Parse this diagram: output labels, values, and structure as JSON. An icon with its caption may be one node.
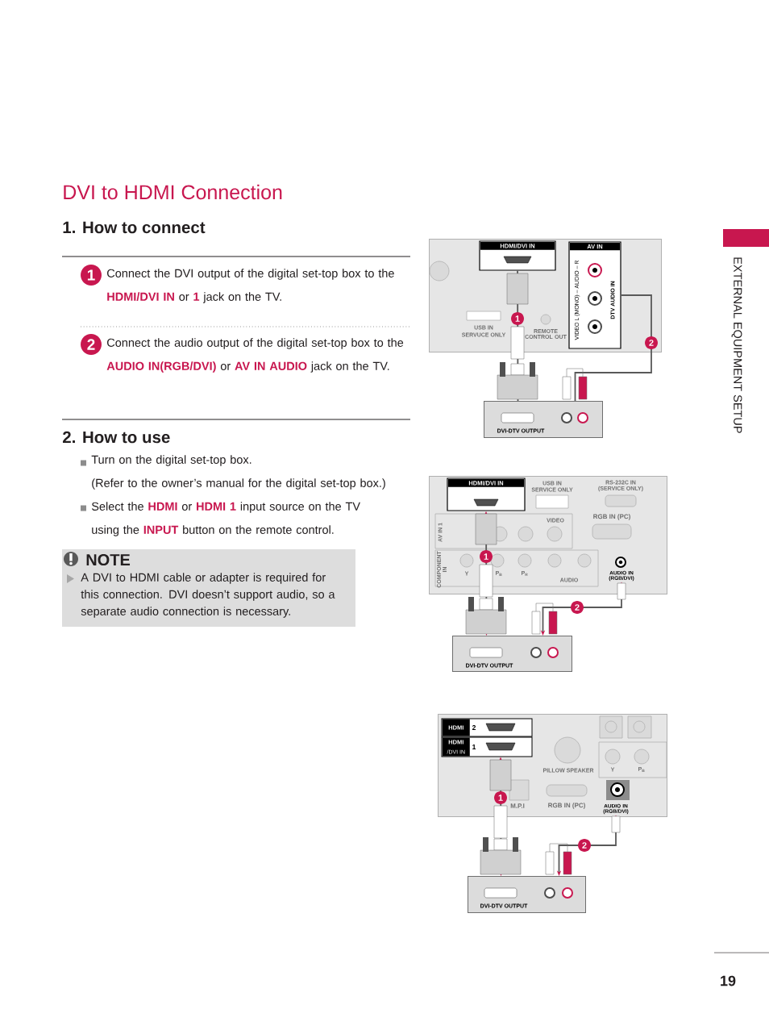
{
  "diagram": {
    "title": "DVI to HDMI Connection",
    "nodes": [
      {
        "text": [],
        "shape": "box"
      },
      {
        "text": [
          "HDMI/DVI IN"
        ],
        "in": 0
      },
      {
        "text": [
          "AV IN",
          "VIDEO L (MONO) – AUDIO – R",
          "DTV AUDIO IN"
        ],
        "in": 0
      },
      {
        "text": [
          "DVI-DTV OUTPUT"
        ]
      },
      {
        "text": [],
        "shape": "box"
      },
      {
        "text": [
          "HDMI/DVI IN"
        ],
        "in": 4
      },
      {
        "text": [
          "AUDIO IN (RGB/DVI)"
        ],
        "in": 4
      },
      {
        "text": [
          "DVI-DTV OUTPUT"
        ]
      },
      {
        "text": [],
        "shape": "box"
      },
      {
        "text": [
          "HDMI",
          "2"
        ],
        "in": 8
      },
      {
        "text": [
          "HDMI",
          "/DVI IN",
          "1"
        ],
        "in": 8
      },
      {
        "text": [
          "AUDIO IN (RGB/DVI)"
        ],
        "in": 8
      },
      {
        "text": [
          "DVI-DTV OUTPUT"
        ]
      }
    ],
    "edges": [
      {
        "from": 3,
        "to": 1,
        "arrow": "none",
        "label": "1"
      },
      {
        "from": 3,
        "to": 2,
        "arrow": "none",
        "label": "2"
      },
      {
        "from": 7,
        "to": 5,
        "arrow": "both",
        "label": "1"
      },
      {
        "from": 7,
        "to": 6,
        "arrow": "both",
        "label": "2"
      },
      {
        "from": 12,
        "to": 10,
        "arrow": "both",
        "label": "1"
      },
      {
        "from": 12,
        "to": 11,
        "arrow": "both",
        "label": "2"
      }
    ],
    "labels": [
      "1. How to connect",
      "1",
      "Connect the DVI output of the digital set-top box to the **HDMI/DVI IN** or **1** jack on the TV.",
      "2",
      "Connect the audio output of the digital set-top box to the **AUDIO IN(RGB/DVI)** or **AV IN AUDIO** jack on the TV.",
      "2. How to use",
      "Turn on the digital set-top box.",
      "(Refer to the owner’s manual for the digital set-top box.)",
      "Select the **HDMI** or **HDMI 1** input source on the TV using the **INPUT** button on the remote control.",
      "NOTE",
      "A DVI to HDMI cable or adapter is required for this connection. DVI doesn’t support audio, so a separate audio connection is necessary.",
      "USB IN",
      "SERVUCE ONLY",
      "REMOTE CONTROL OUT",
      "USB IN",
      "SERVICE ONLY",
      "RS-232C IN",
      "(SERVICE ONLY)",
      "RGB IN (PC)",
      "AV IN 1",
      "VIDEO",
      "COMPONENT IN",
      "Y",
      "P$_{B}$",
      "P$_{R}$",
      "AUDIO",
      "PILLOW SPEAKER",
      "Y",
      "P$_{B}$",
      "M.P.I",
      "RGB IN (PC)",
      "EXTERNAL EQUIPMENT SETUP",
      "19"
    ]
  }
}
